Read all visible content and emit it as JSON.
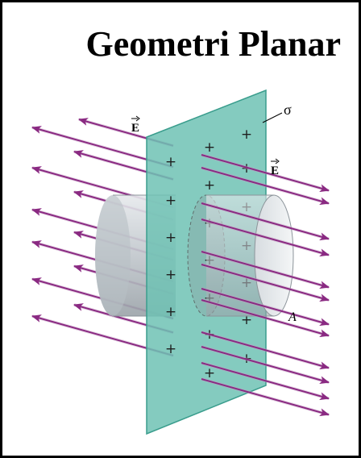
{
  "title": "Geometri Planar",
  "labels": {
    "field_left": "E",
    "field_right": "E",
    "sigma": "σ",
    "area": "A"
  },
  "colors": {
    "frame": "#000000",
    "sheet_fill": "#6fc2b4",
    "sheet_edge": "#3a9d8d",
    "arrow": "#8a2a82",
    "arrow_light": "#c49ac2",
    "cylinder": "#c9ced3"
  },
  "charge_sign": "+",
  "charge_count": 20
}
